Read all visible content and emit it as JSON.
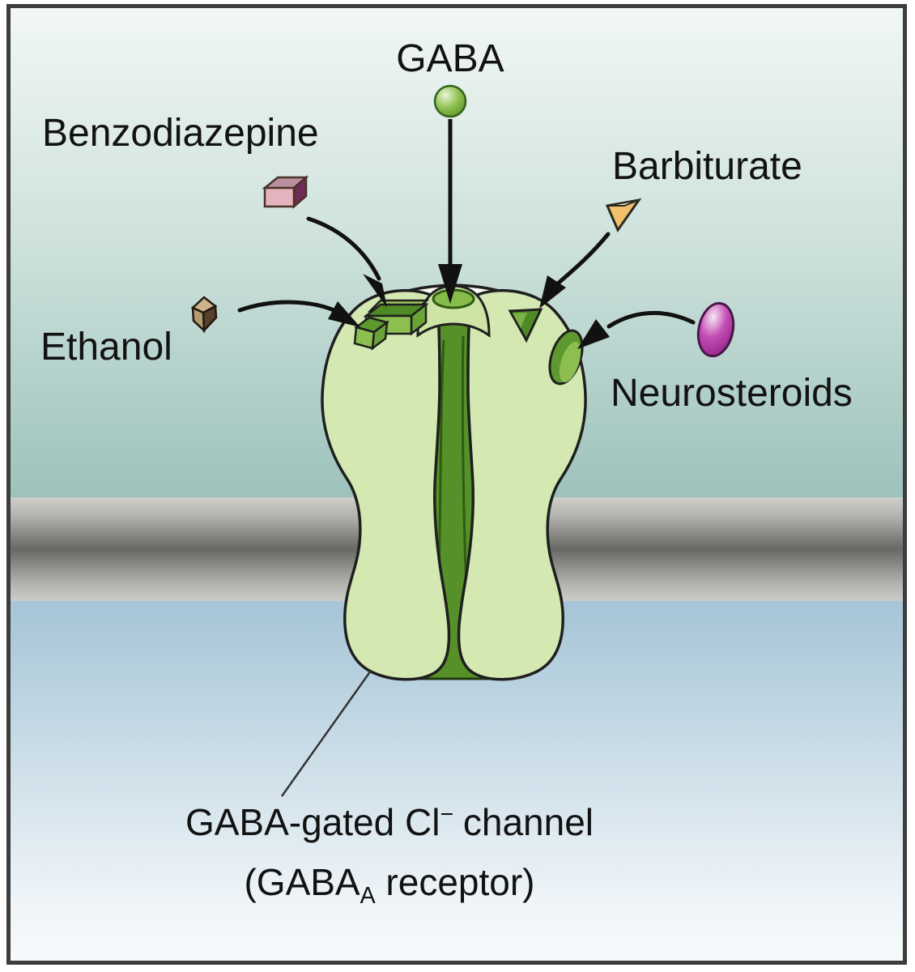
{
  "figure": {
    "title": "GABA-A receptor drug binding sites diagram",
    "labels": {
      "gaba": "GABA",
      "benzodiazepine": "Benzodiazepine",
      "barbiturate": "Barbiturate",
      "ethanol": "Ethanol",
      "neurosteroids": "Neurosteroids"
    },
    "caption": {
      "line1_prefix": "GABA-gated Cl",
      "line1_sup": "−",
      "line1_suffix": " channel",
      "line2_prefix": "(GABA",
      "line2_sub": "A",
      "line2_suffix": " receptor)"
    },
    "colors": {
      "receptor_light_green": "#d4e8b2",
      "receptor_channel_green": "#559128",
      "binding_site_green": "#5e9930",
      "binding_site_dark_green": "#4e8a26",
      "binding_site_mid_green": "#8cbf50",
      "receptor_collar_white": "#fcfdf4",
      "membrane_head_tan": "#f5cd85",
      "membrane_core_gray": "#7e7e7c",
      "gaba_sphere_green": "#8cbf50",
      "benzodiazepine_pink": "#e5b3bd",
      "benzodiazepine_top_mauve": "#b98f9e",
      "benzodiazepine_side_purple": "#6e2d57",
      "barbiturate_orange": "#f2bf6b",
      "barbiturate_top_cream": "#f4ecd2",
      "ethanol_brown_light": "#cdb28a",
      "ethanol_brown_mid": "#b59a72",
      "ethanol_brown_dark": "#55402a",
      "neurosteroid_magenta": "#c44fb4",
      "arrow_black": "#111111",
      "extracellular_teal": "#93bcb5",
      "intracellular_blue": "#a5c4d6",
      "frame_gray": "#3c3c3c"
    }
  }
}
